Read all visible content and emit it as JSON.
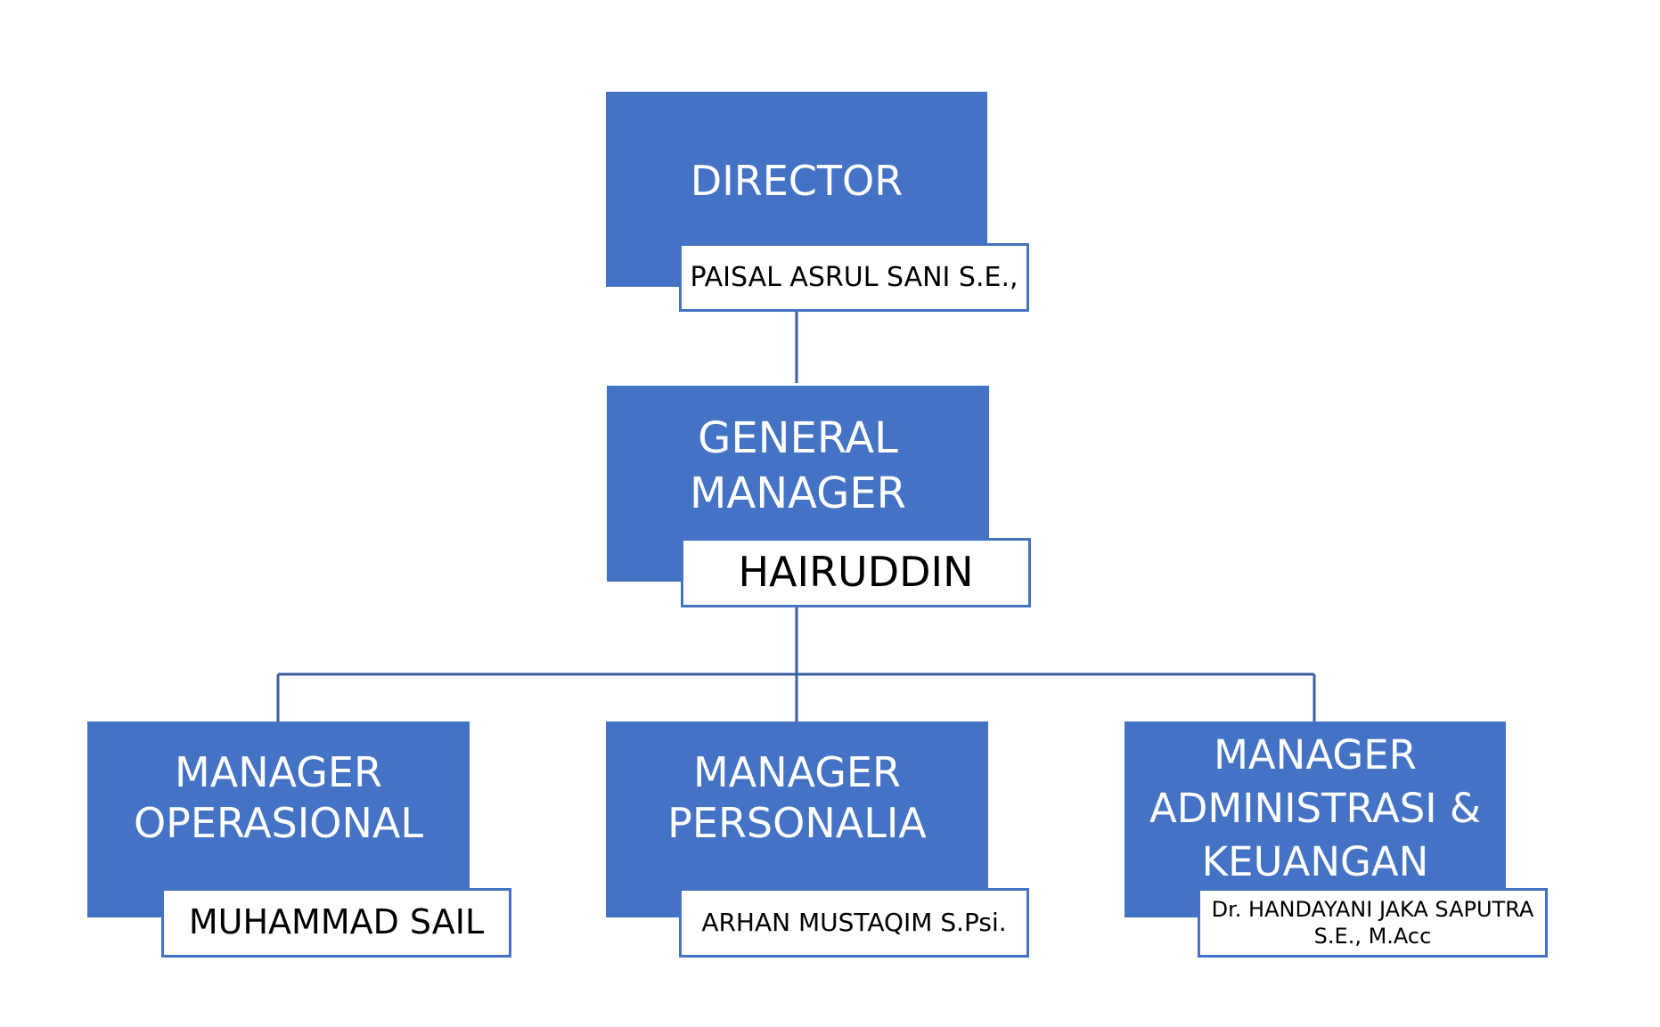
{
  "org_chart": {
    "director": {
      "role": "DIRECTOR",
      "name": "PAISAL ASRUL SANI S.E.,"
    },
    "general_manager": {
      "role": "GENERAL\nMANAGER",
      "name": "HAIRUDDIN"
    },
    "managers": [
      {
        "role": "MANAGER\nOPERASIONAL",
        "name": "MUHAMMAD SAIL"
      },
      {
        "role": "MANAGER\nPERSONALIA",
        "name": "ARHAN MUSTAQIM S.Psi."
      },
      {
        "role": "MANAGER\nADMINISTRASI &\nKEUANGAN",
        "name": "Dr. HANDAYANI JAKA SAPUTRA\nS.E.,  M.Acc"
      }
    ]
  },
  "colors": {
    "box_fill": "#4472c4",
    "line": "#3b5f9f"
  }
}
